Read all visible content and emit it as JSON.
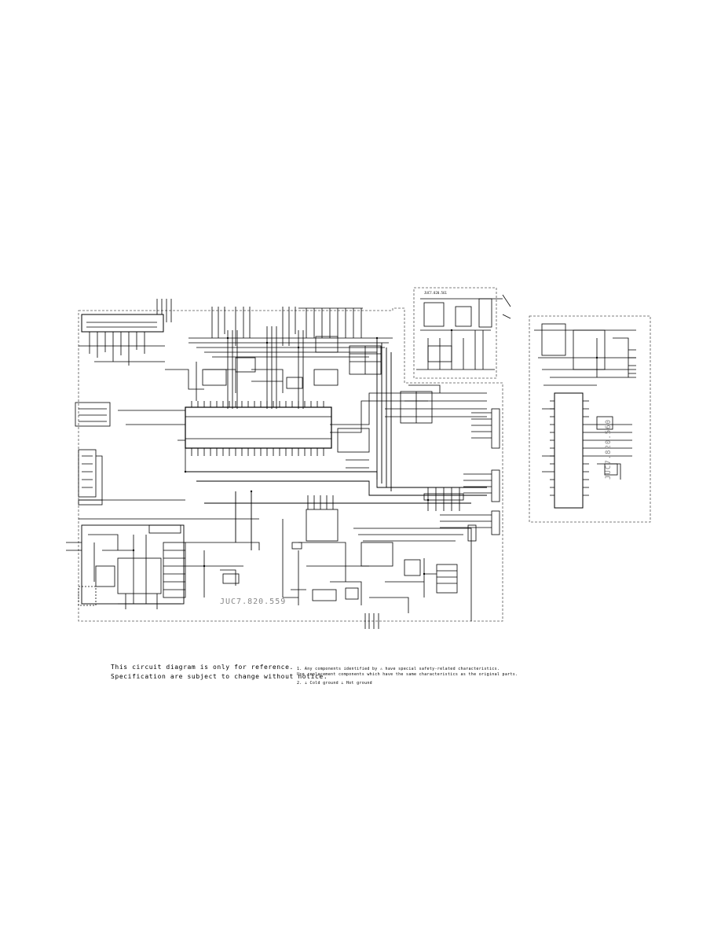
{
  "board": {
    "main_drawing_no": "JUC7.820.559",
    "side_drawing_no": "JUC7.820.560",
    "sub_drawing_no": "JUC7.820.561"
  },
  "notes": {
    "left_line1": "This circuit diagram is only for reference.",
    "left_line2": "Specification are subject to change without notice.",
    "right_line1": "1. Any components identified by ⚠ have special safety-related characteristics.",
    "right_line2": "Use replacement components which have the same characteristics as the original parts.",
    "right_line3": "2. ⊥ Cold ground   ⊥ Hot ground"
  },
  "colors": {
    "ink": "#000000",
    "border": "#555555",
    "drawno": "#888888"
  }
}
